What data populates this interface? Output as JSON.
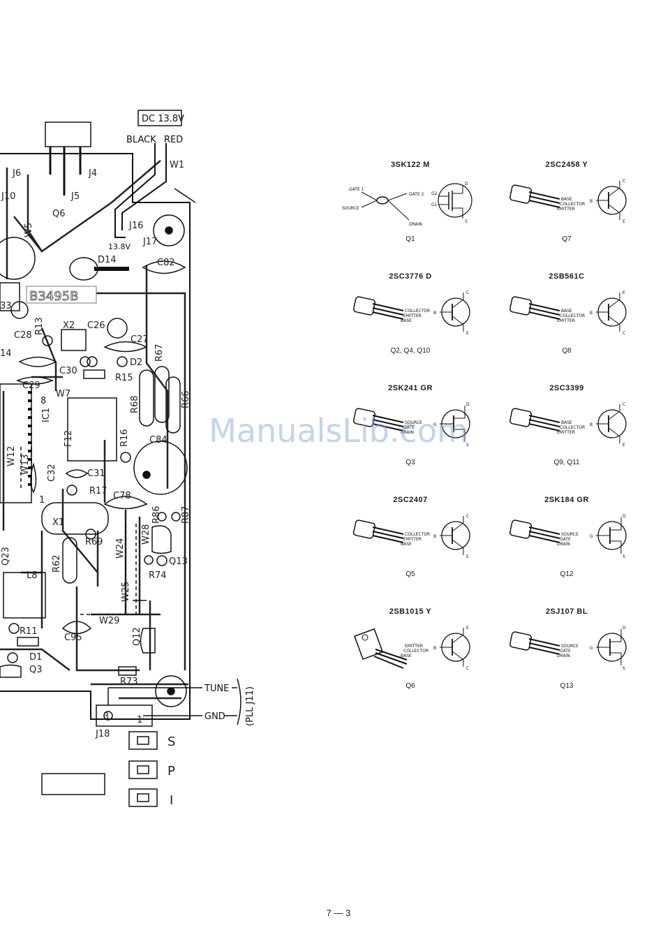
{
  "board": {
    "code": "B3495B",
    "power_label": "DC 13.8V",
    "wire_black": "BLACK",
    "wire_red": "RED",
    "v138": "13.8V",
    "tune": "TUNE",
    "gnd": "GND",
    "pll": "(PLL J11)",
    "pin3": "3",
    "pin1": "1",
    "pad_s": "S",
    "pad_p": "P",
    "pad_i": "I",
    "labels": {
      "W1": "W1",
      "J6": "J6",
      "J4": "J4",
      "J5": "J5",
      "J10": "J10",
      "Q6": "Q6",
      "W5": "W5",
      "J16": "J16",
      "J17": "J17",
      "D14": "D14",
      "C82": "C82",
      "n33": "33",
      "R13": "R13",
      "X2": "X2",
      "C26": "C26",
      "C28": "C28",
      "C27": "C27",
      "R67": "R67",
      "n14": "14",
      "C30": "C30",
      "D2": "D2",
      "C29": "C29",
      "R15": "R15",
      "W7": "W7",
      "R68": "R68",
      "R66": "R66",
      "n8": "8",
      "IC1": "IC1",
      "F12": "F12",
      "R16": "R16",
      "C84": "C84",
      "W12": "W12",
      "W13": "W13",
      "C32": "C32",
      "C31": "C31",
      "R17": "R17",
      "C78": "C78",
      "n1": "1",
      "X1": "X1",
      "R86": "R86",
      "R87": "R87",
      "W28": "W28",
      "R69": "R69",
      "W24": "W24",
      "Q13": "Q13",
      "Q23": "Q23",
      "R62": "R62",
      "R74": "R74",
      "L8": "L8",
      "W25": "W25",
      "W29": "W29",
      "R11": "R11",
      "C95": "C95",
      "Q12": "Q12",
      "D1": "D1",
      "Q3": "Q3",
      "R73": "R73",
      "J18": "J18"
    }
  },
  "parts": [
    {
      "title": "3SK122  M",
      "refs": "Q1",
      "kind": "dualgate",
      "pins": [
        "GATE 1",
        "GATE 2",
        "SOURCE",
        "DRAIN"
      ],
      "sym": [
        "D",
        "G2",
        "G1",
        "S"
      ]
    },
    {
      "title": "2SC2458  Y",
      "refs": "Q7",
      "kind": "npn-ebc",
      "pins": [
        "BASE",
        "COLLECTOR",
        "EMITTER"
      ],
      "sym": [
        "C",
        "B",
        "E"
      ]
    },
    {
      "title": "2SC3776  D",
      "refs": "Q2, Q4, Q10",
      "kind": "npn-ceb",
      "pins": [
        "COLLECTOR",
        "EMITTER",
        "BASE"
      ],
      "sym": [
        "C",
        "B",
        "E"
      ]
    },
    {
      "title": "2SB561C",
      "refs": "Q8",
      "kind": "pnp",
      "pins": [
        "BASE",
        "COLLECTOR",
        "EMITTER"
      ],
      "sym": [
        "E",
        "B",
        "C"
      ]
    },
    {
      "title": "2SK241  GR",
      "refs": "Q3",
      "kind": "njfet",
      "pins": [
        "SOURCE",
        "GATE",
        "DRAIN"
      ],
      "sym": [
        "D",
        "G",
        "S"
      ]
    },
    {
      "title": "2SC3399",
      "refs": "Q9, Q11",
      "kind": "npn-ebc",
      "pins": [
        "BASE",
        "COLLECTOR",
        "EMITTER"
      ],
      "sym": [
        "C",
        "B",
        "E"
      ]
    },
    {
      "title": "2SC2407",
      "refs": "Q5",
      "kind": "npn-ceb",
      "pins": [
        "COLLECTOR",
        "EMITTER",
        "BASE"
      ],
      "sym": [
        "C",
        "B",
        "E"
      ]
    },
    {
      "title": "2SK184  GR",
      "refs": "Q12",
      "kind": "njfet2",
      "pins": [
        "SOURCE",
        "GATE",
        "DRAIN"
      ],
      "sym": [
        "D",
        "G",
        "S"
      ]
    },
    {
      "title": "2SB1015  Y",
      "refs": "Q6",
      "kind": "power",
      "pins": [
        "EMITTER",
        "COLLECTOR",
        "BASE"
      ],
      "sym": [
        "E",
        "B",
        "C"
      ]
    },
    {
      "title": "2SJ107  BL",
      "refs": "Q13",
      "kind": "pjfet",
      "pins": [
        "SOURCE",
        "GATE",
        "DRAIN"
      ],
      "sym": [
        "D",
        "G",
        "S"
      ]
    }
  ],
  "watermark": "ManualsLib.com",
  "page_number": "7 — 3"
}
